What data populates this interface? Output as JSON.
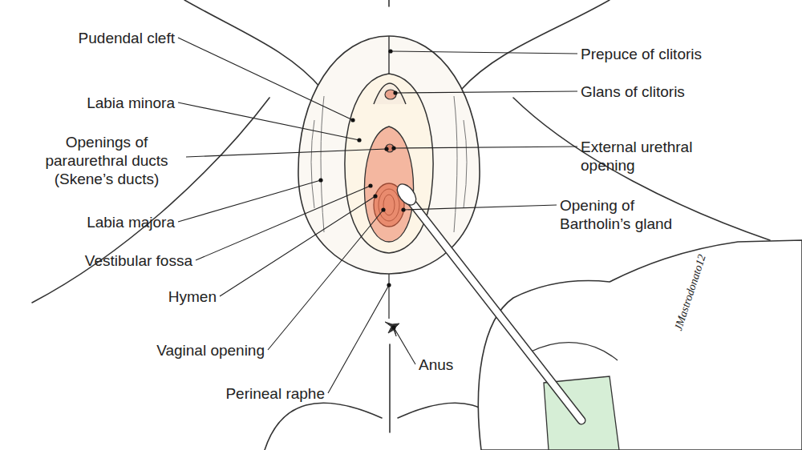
{
  "diagram": {
    "labels": [
      "Pudendal cleft",
      "Labia minora",
      "Openings of paraurethral ducts (Skene’s ducts)",
      "Labia majora",
      "Vestibular fossa",
      "Hymen",
      "Vaginal opening",
      "Perineal raphe",
      "Prepuce of clitoris",
      "Glans of clitoris",
      "External urethral opening",
      "Opening of Bartholin’s gland",
      "Anus",
      "JMastrodonato12"
    ]
  }
}
